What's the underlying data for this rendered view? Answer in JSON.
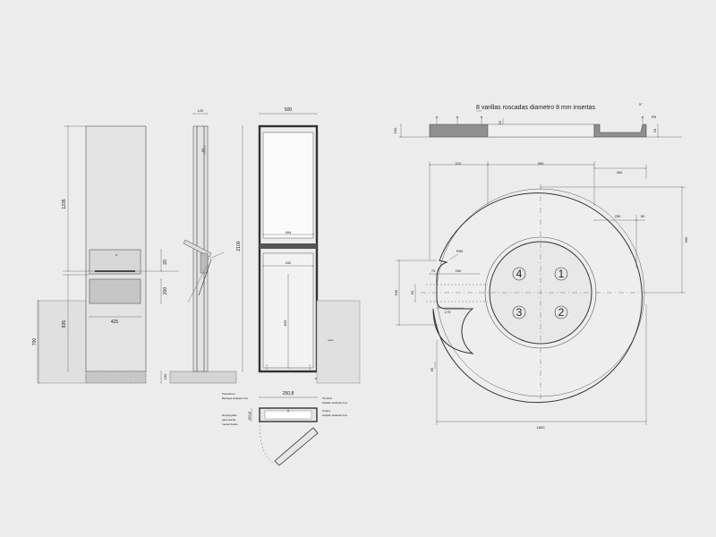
{
  "front_view": {
    "dim_height_upper": "1235",
    "dim_slot_top": "20",
    "dim_slot_mid": "200",
    "dim_width": "425",
    "dim_lower": "835",
    "dim_wall": "700",
    "dim_base": "100"
  },
  "side_view": {
    "dim_depth": "120",
    "dim_top": "60"
  },
  "section_view": {
    "dim_width": "500",
    "dim_total_height": "2100",
    "dim_inner_upper": "494",
    "dim_inner_lower": "432",
    "dim_lower": "835",
    "dim_base_label": "Base tuerca"
  },
  "wall_label": "muro",
  "plan_detail": {
    "dim_width": "250,8",
    "note_left_1": "Pasadores",
    "note_left_2": "Bandeja acabado box",
    "note_left_3": "Desplegable",
    "note_left_4": "para puerta",
    "note_left_5": "mecanizados",
    "note_right_1": "Tornillos",
    "note_right_2": "Sellado acabado box",
    "note_right_3": "Chapa",
    "note_right_4": "Sellado acabado box"
  },
  "base_section": {
    "title": "8 varillas roscadas diametro 8 mm insertas",
    "dim_height": "100",
    "dim_small": "15",
    "dim_angle": "5°",
    "dim_radius": "R5",
    "dim_right": "20"
  },
  "base_plan": {
    "dim_left": "510",
    "dim_mid": "900",
    "dim_right": "450",
    "dim_250": "250",
    "dim_50": "50",
    "dim_r50": "R50",
    "dim_75": "75",
    "dim_250b": "250",
    "dim_175": "175",
    "dim_535": "535",
    "dim_60": "60",
    "dim_65": "65",
    "dim_900_vert": "900",
    "dim_1800": "1800",
    "quadrants": [
      "4",
      "1",
      "3",
      "2"
    ]
  },
  "colors": {
    "background": "#ececec",
    "panel": "#e2e2e2",
    "base": "#9a9a9a",
    "line": "#333333"
  }
}
